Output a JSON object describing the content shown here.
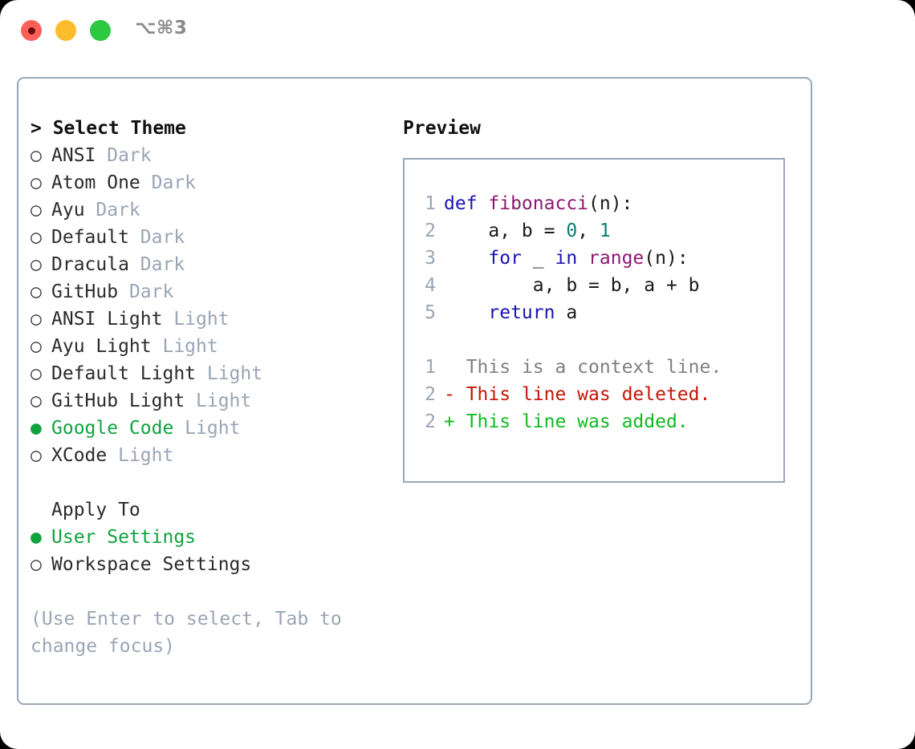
{
  "titlebar": {
    "shortcut": "⌥⌘3",
    "buttons": [
      {
        "name": "close-button",
        "color": "#fc6058"
      },
      {
        "name": "minimize-button",
        "color": "#fdbc2e"
      },
      {
        "name": "maximize-button",
        "color": "#2bc840"
      }
    ]
  },
  "theme_picker": {
    "heading": "> Select Theme",
    "items": [
      {
        "marker": "○",
        "name": "ANSI",
        "tag": "Dark",
        "selected": false
      },
      {
        "marker": "○",
        "name": "Atom One",
        "tag": "Dark",
        "selected": false
      },
      {
        "marker": "○",
        "name": "Ayu",
        "tag": "Dark",
        "selected": false
      },
      {
        "marker": "○",
        "name": "Default",
        "tag": "Dark",
        "selected": false
      },
      {
        "marker": "○",
        "name": "Dracula",
        "tag": "Dark",
        "selected": false
      },
      {
        "marker": "○",
        "name": "GitHub",
        "tag": "Dark",
        "selected": false
      },
      {
        "marker": "○",
        "name": "ANSI Light",
        "tag": "Light",
        "selected": false
      },
      {
        "marker": "○",
        "name": "Ayu Light",
        "tag": "Light",
        "selected": false
      },
      {
        "marker": "○",
        "name": "Default Light",
        "tag": "Light",
        "selected": false
      },
      {
        "marker": "○",
        "name": "GitHub Light",
        "tag": "Light",
        "selected": false
      },
      {
        "marker": "●",
        "name": "Google Code",
        "tag": "Light",
        "selected": true
      },
      {
        "marker": "○",
        "name": "XCode",
        "tag": "Light",
        "selected": false
      }
    ]
  },
  "apply_to": {
    "heading": "Apply To",
    "items": [
      {
        "marker": "●",
        "name": "User Settings",
        "selected": true
      },
      {
        "marker": "○",
        "name": "Workspace Settings",
        "selected": false
      }
    ]
  },
  "hint": "(Use Enter to select, Tab to change focus)",
  "preview": {
    "heading": "Preview",
    "code_lines": [
      {
        "lnum": "1",
        "tokens": [
          {
            "t": "def ",
            "c": "kw"
          },
          {
            "t": "fibonacci",
            "c": "fn"
          },
          {
            "t": "(n):",
            "c": "punct"
          }
        ]
      },
      {
        "lnum": "2",
        "tokens": [
          {
            "t": "    a, b = ",
            "c": "plain"
          },
          {
            "t": "0",
            "c": "num"
          },
          {
            "t": ", ",
            "c": "plain"
          },
          {
            "t": "1",
            "c": "num"
          }
        ]
      },
      {
        "lnum": "3",
        "tokens": [
          {
            "t": "    ",
            "c": "plain"
          },
          {
            "t": "for",
            "c": "kw"
          },
          {
            "t": " _ ",
            "c": "plain"
          },
          {
            "t": "in",
            "c": "kw"
          },
          {
            "t": " ",
            "c": "plain"
          },
          {
            "t": "range",
            "c": "fn"
          },
          {
            "t": "(n):",
            "c": "punct"
          }
        ]
      },
      {
        "lnum": "4",
        "tokens": [
          {
            "t": "        a, b = b, a + b",
            "c": "plain"
          }
        ]
      },
      {
        "lnum": "5",
        "tokens": [
          {
            "t": "    ",
            "c": "plain"
          },
          {
            "t": "return",
            "c": "kw"
          },
          {
            "t": " a",
            "c": "plain"
          }
        ]
      }
    ],
    "diff_lines": [
      {
        "lnum": "1",
        "sign": " ",
        "text": "This is a context line.",
        "kind": "ctx"
      },
      {
        "lnum": "2",
        "sign": "-",
        "text": "This line was deleted.",
        "kind": "del"
      },
      {
        "lnum": "2",
        "sign": "+",
        "text": "This line was added.",
        "kind": "add"
      }
    ]
  },
  "colors": {
    "border": "#9aa7b8",
    "accent_green": "#0fa33f",
    "tag_gray": "#9aa5b4",
    "keyword_blue": "#1a14b5",
    "function_purple": "#8c1a70",
    "number_teal": "#0b7c75",
    "diff_deleted": "#c21807",
    "diff_added": "#11bb22",
    "context_gray": "#808080"
  }
}
